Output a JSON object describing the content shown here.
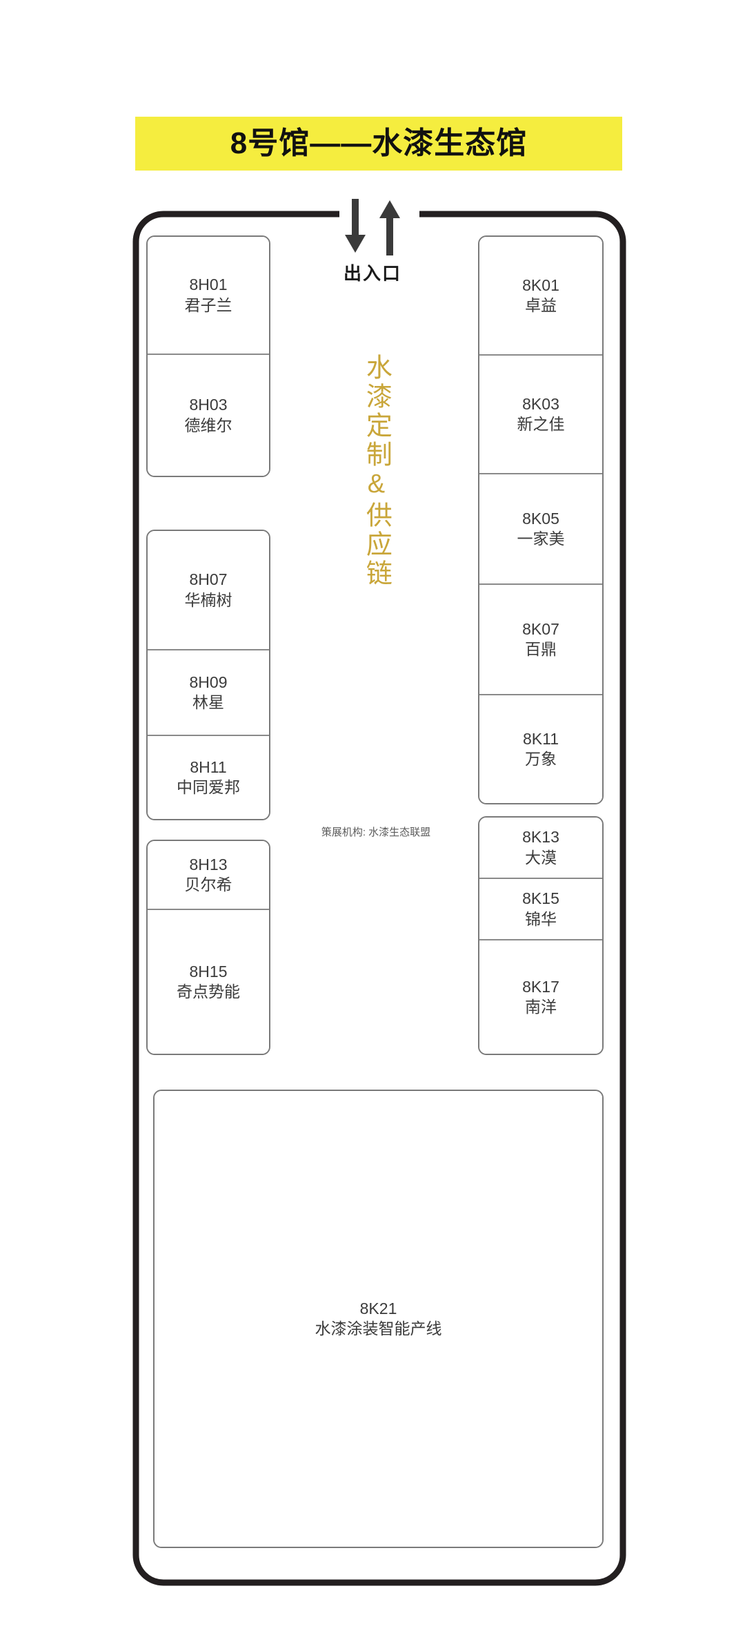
{
  "title": {
    "text": "8号馆——水漆生态馆",
    "banner_color": "#F5ED3F"
  },
  "entrance": {
    "label": "出入口",
    "arrow_in": "down-arrow",
    "arrow_out": "up-arrow"
  },
  "center": {
    "vertical_text": "水漆定制&供应链",
    "vertical_color": "#C9A63A",
    "curator": "策展机构: 水漆生态联盟"
  },
  "left_column": {
    "blocks": [
      {
        "booths": [
          {
            "code": "8H01",
            "name": "君子兰"
          },
          {
            "code": "8H03",
            "name": "德维尔"
          }
        ]
      },
      {
        "booths": [
          {
            "code": "8H07",
            "name": "华楠树"
          },
          {
            "code": "8H09",
            "name": "林星"
          },
          {
            "code": "8H11",
            "name": "中同爱邦"
          }
        ]
      },
      {
        "booths": [
          {
            "code": "8H13",
            "name": "贝尔希"
          },
          {
            "code": "8H15",
            "name": "奇点势能"
          }
        ]
      }
    ]
  },
  "right_column": {
    "blocks": [
      {
        "booths": [
          {
            "code": "8K01",
            "name": "卓益"
          },
          {
            "code": "8K03",
            "name": "新之佳"
          },
          {
            "code": "8K05",
            "name": "一家美"
          },
          {
            "code": "8K07",
            "name": "百鼎"
          },
          {
            "code": "8K11",
            "name": "万象"
          }
        ]
      },
      {
        "booths": [
          {
            "code": "8K13",
            "name": "大漠"
          },
          {
            "code": "8K15",
            "name": "锦华"
          },
          {
            "code": "8K17",
            "name": "南洋"
          }
        ]
      }
    ]
  },
  "bottom_block": {
    "booths": [
      {
        "code": "8K21",
        "name": "水漆涂装智能产线"
      }
    ]
  }
}
